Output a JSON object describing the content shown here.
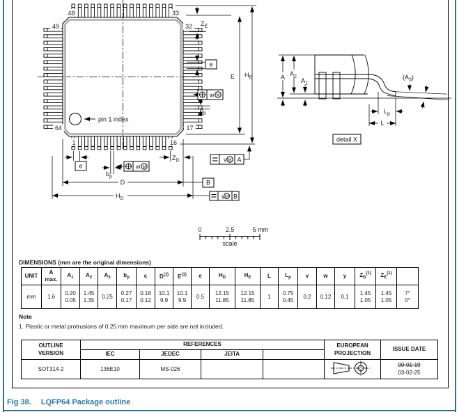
{
  "figure": {
    "caption_fig": "Fig 38.",
    "caption_title": "LQFP64 Package outline"
  },
  "drawing": {
    "pin_numbers": {
      "p48": "48",
      "p33": "33",
      "p49": "49",
      "p32": "32",
      "p64": "64",
      "p17": "17",
      "p1": "1",
      "p16": "16"
    },
    "pin1_index": "pin 1 index",
    "detail_label": "detail X",
    "scale_bar": {
      "start": "0",
      "mid": "2.5",
      "end": "5 mm",
      "label": "scale"
    },
    "labels": {
      "e": "e",
      "D": "D",
      "E": "E",
      "L": "L",
      "A": "A",
      "B": "B",
      "w": "w",
      "v": "v",
      "M": "M",
      "ZE": {
        "m": "Z",
        "s": "E"
      },
      "ZD": {
        "m": "Z",
        "s": "D"
      },
      "bp": {
        "m": "b",
        "s": "p"
      },
      "HD": {
        "m": "H",
        "s": "D"
      },
      "HE": {
        "m": "H",
        "s": "E"
      },
      "Lp": {
        "m": "L",
        "s": "p"
      },
      "A1": {
        "m": "A",
        "s": "1"
      },
      "A2": {
        "m": "A",
        "s": "2"
      },
      "A3": {
        "pre": "(A",
        "s": "3",
        "post": ")"
      }
    }
  },
  "dimensions_table": {
    "title": "DIMENSIONS (mm are the original dimensions)",
    "headers": [
      {
        "t": "UNIT"
      },
      {
        "lines": [
          "A",
          "max."
        ]
      },
      {
        "t": "A",
        "sub": "1"
      },
      {
        "t": "A",
        "sub": "2"
      },
      {
        "t": "A",
        "sub": "3"
      },
      {
        "t": "b",
        "sub": "p"
      },
      {
        "t": "c"
      },
      {
        "t": "D",
        "sup": "(1)"
      },
      {
        "t": "E",
        "sup": "(1)"
      },
      {
        "t": "e"
      },
      {
        "t": "H",
        "sub": "D"
      },
      {
        "t": "H",
        "sub": "E"
      },
      {
        "t": "L"
      },
      {
        "t": "L",
        "sub": "p"
      },
      {
        "t": "v"
      },
      {
        "t": "w"
      },
      {
        "t": "y"
      },
      {
        "t": "Z",
        "sub": "D",
        "sup": "(1)"
      },
      {
        "t": "Z",
        "sub": "E",
        "sup": "(1)"
      },
      {
        "t": ""
      }
    ],
    "values": [
      [
        "mm"
      ],
      [
        "1.6"
      ],
      [
        "0.20",
        "0.05"
      ],
      [
        "1.45",
        "1.35"
      ],
      [
        "0.25"
      ],
      [
        "0.27",
        "0.17"
      ],
      [
        "0.18",
        "0.12"
      ],
      [
        "10.1",
        "9.9"
      ],
      [
        "10.1",
        "9.9"
      ],
      [
        "0.5"
      ],
      [
        "12.15",
        "11.85"
      ],
      [
        "12.15",
        "11.85"
      ],
      [
        "1"
      ],
      [
        "0.75",
        "0.45"
      ],
      [
        "0.2"
      ],
      [
        "0.12"
      ],
      [
        "0.1"
      ],
      [
        "1.45",
        "1.05"
      ],
      [
        "1.45",
        "1.05"
      ],
      [
        "7°",
        "0°"
      ]
    ]
  },
  "note": {
    "heading": "Note",
    "text": "1. Plastic or metal protrusions of 0.25 mm maximum per side are not included."
  },
  "references_table": {
    "col_outline1": "OUTLINE",
    "col_outline2": "VERSION",
    "col_references": "REFERENCES",
    "sub_iec": "IEC",
    "sub_jedec": "JEDEC",
    "sub_jeita": "JEITA",
    "sub_blank": "",
    "col_projection1": "EUROPEAN",
    "col_projection2": "PROJECTION",
    "col_issue": "ISSUE DATE",
    "row": {
      "outline": "SOT314-2",
      "iec": "136E10",
      "jedec": "MS-026",
      "jeita": "",
      "extra": "",
      "issue_old": "00-01-19",
      "issue_new": "03-02-25"
    }
  }
}
